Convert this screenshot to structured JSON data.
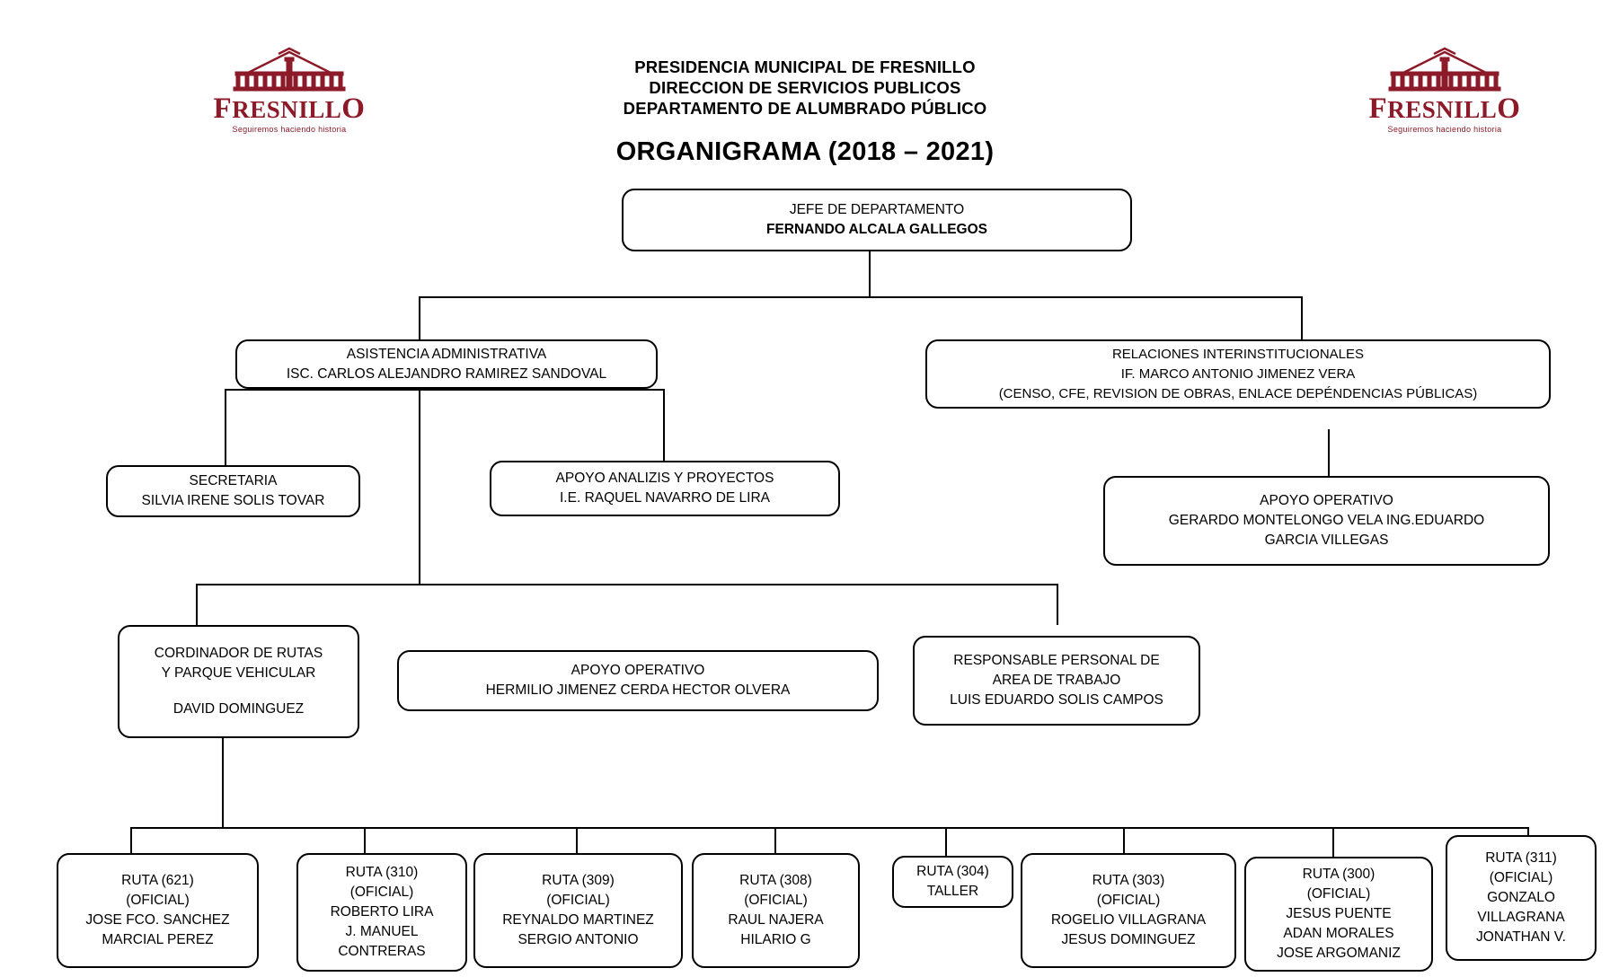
{
  "document": {
    "logo": {
      "wordmark": "FRESNILLO",
      "tagline": "Seguiremos haciendo historia",
      "color": "#8C1A28",
      "icon": "aqueduct-arches-icon"
    },
    "header": {
      "line1": "PRESIDENCIA MUNICIPAL DE FRESNILLO",
      "line2": "DIRECCION DE SERVICIOS PUBLICOS",
      "line3": "DEPARTAMENTO DE ALUMBRADO PÚBLICO"
    },
    "title": "ORGANIGRAMA (2018 – 2021)"
  },
  "chart_data": {
    "type": "diagram",
    "title": "ORGANIGRAMA (2018 – 2021)",
    "nodes": [
      {
        "id": "jefe",
        "level": 0,
        "lines": [
          {
            "text": "JEFE DE DEPARTAMENTO",
            "bold": false
          },
          {
            "text": "FERNANDO ALCALA GALLEGOS",
            "bold": true
          }
        ]
      },
      {
        "id": "asistencia",
        "level": 1,
        "lines": [
          {
            "text": "ASISTENCIA ADMINISTRATIVA",
            "bold": false
          },
          {
            "text": "ISC. CARLOS ALEJANDRO RAMIREZ SANDOVAL",
            "bold": false
          }
        ]
      },
      {
        "id": "relaciones",
        "level": 1,
        "lines": [
          {
            "text": "RELACIONES INTERINSTITUCIONALES",
            "bold": false
          },
          {
            "text": "IF. MARCO ANTONIO JIMENEZ VERA",
            "bold": false
          },
          {
            "text": "(CENSO, CFE, REVISION DE OBRAS, ENLACE DEPÉNDENCIAS PÚBLICAS)",
            "bold": false
          }
        ]
      },
      {
        "id": "secretaria",
        "level": 2,
        "lines": [
          {
            "text": "SECRETARIA",
            "bold": false
          },
          {
            "text": "SILVIA IRENE SOLIS TOVAR",
            "bold": false
          }
        ]
      },
      {
        "id": "apoyo-analizis",
        "level": 2,
        "lines": [
          {
            "text": "APOYO ANALIZIS Y PROYECTOS",
            "bold": false
          },
          {
            "text": "I.E. RAQUEL NAVARRO DE LIRA",
            "bold": false
          }
        ]
      },
      {
        "id": "apoyo-operativo-relaciones",
        "level": 2,
        "lines": [
          {
            "text": "APOYO OPERATIVO",
            "bold": false
          },
          {
            "text": "GERARDO MONTELONGO VELA  ING.EDUARDO",
            "bold": false
          },
          {
            "text": "GARCIA VILLEGAS",
            "bold": false
          }
        ]
      },
      {
        "id": "cordinador-rutas",
        "level": 3,
        "lines": [
          {
            "text": "CORDINADOR DE RUTAS",
            "bold": false
          },
          {
            "text": "Y PARQUE VEHICULAR",
            "bold": false
          },
          {
            "text": "",
            "bold": false
          },
          {
            "text": "DAVID DOMINGUEZ",
            "bold": false
          }
        ]
      },
      {
        "id": "apoyo-operativo-rutas",
        "level": 3,
        "lines": [
          {
            "text": "APOYO OPERATIVO",
            "bold": false
          },
          {
            "text": "HERMILIO JIMENEZ CERDA  HECTOR OLVERA",
            "bold": false
          }
        ]
      },
      {
        "id": "responsable-personal",
        "level": 3,
        "lines": [
          {
            "text": "RESPONSABLE PERSONAL DE",
            "bold": false
          },
          {
            "text": "AREA DE TRABAJO",
            "bold": false
          },
          {
            "text": "LUIS EDUARDO SOLIS CAMPOS",
            "bold": false
          }
        ]
      },
      {
        "id": "ruta-621",
        "level": 4,
        "lines": [
          {
            "text": "RUTA (621)",
            "bold": false
          },
          {
            "text": "(OFICIAL)",
            "bold": false
          },
          {
            "text": "JOSE FCO. SANCHEZ",
            "bold": false
          },
          {
            "text": "MARCIAL PEREZ",
            "bold": false
          }
        ]
      },
      {
        "id": "ruta-310",
        "level": 4,
        "lines": [
          {
            "text": "RUTA (310)",
            "bold": false
          },
          {
            "text": "(OFICIAL)",
            "bold": false
          },
          {
            "text": "ROBERTO LIRA",
            "bold": false
          },
          {
            "text": "J. MANUEL",
            "bold": false
          },
          {
            "text": "CONTRERAS",
            "bold": false
          }
        ]
      },
      {
        "id": "ruta-309",
        "level": 4,
        "lines": [
          {
            "text": "RUTA (309)",
            "bold": false
          },
          {
            "text": "(OFICIAL)",
            "bold": false
          },
          {
            "text": "REYNALDO MARTINEZ",
            "bold": false
          },
          {
            "text": "SERGIO ANTONIO",
            "bold": false
          }
        ]
      },
      {
        "id": "ruta-308",
        "level": 4,
        "lines": [
          {
            "text": "RUTA (308)",
            "bold": false
          },
          {
            "text": "(OFICIAL)",
            "bold": false
          },
          {
            "text": "RAUL NAJERA",
            "bold": false
          },
          {
            "text": "HILARIO G",
            "bold": false
          }
        ]
      },
      {
        "id": "ruta-304",
        "level": 4,
        "lines": [
          {
            "text": "RUTA (304)",
            "bold": false
          },
          {
            "text": "TALLER",
            "bold": false
          }
        ]
      },
      {
        "id": "ruta-303",
        "level": 4,
        "lines": [
          {
            "text": "RUTA (303)",
            "bold": false
          },
          {
            "text": "(OFICIAL)",
            "bold": false
          },
          {
            "text": "ROGELIO VILLAGRANA",
            "bold": false
          },
          {
            "text": "JESUS DOMINGUEZ",
            "bold": false
          }
        ]
      },
      {
        "id": "ruta-300",
        "level": 4,
        "lines": [
          {
            "text": "RUTA (300)",
            "bold": false
          },
          {
            "text": "(OFICIAL)",
            "bold": false
          },
          {
            "text": "JESUS PUENTE",
            "bold": false
          },
          {
            "text": "ADAN MORALES",
            "bold": false
          },
          {
            "text": "JOSE ARGOMANIZ",
            "bold": false
          }
        ]
      },
      {
        "id": "ruta-311",
        "level": 4,
        "lines": [
          {
            "text": "RUTA (311)",
            "bold": false
          },
          {
            "text": "(OFICIAL)",
            "bold": false
          },
          {
            "text": "GONZALO",
            "bold": false
          },
          {
            "text": "VILLAGRANA",
            "bold": false
          },
          {
            "text": "JONATHAN V.",
            "bold": false
          }
        ]
      }
    ],
    "edges": [
      {
        "from": "jefe",
        "to": "asistencia"
      },
      {
        "from": "jefe",
        "to": "relaciones"
      },
      {
        "from": "asistencia",
        "to": "secretaria"
      },
      {
        "from": "asistencia",
        "to": "apoyo-analizis"
      },
      {
        "from": "asistencia",
        "to": "cordinador-rutas"
      },
      {
        "from": "asistencia",
        "to": "apoyo-operativo-rutas"
      },
      {
        "from": "asistencia",
        "to": "responsable-personal"
      },
      {
        "from": "relaciones",
        "to": "apoyo-operativo-relaciones"
      },
      {
        "from": "cordinador-rutas",
        "to": "ruta-621"
      },
      {
        "from": "cordinador-rutas",
        "to": "ruta-310"
      },
      {
        "from": "cordinador-rutas",
        "to": "ruta-309"
      },
      {
        "from": "cordinador-rutas",
        "to": "ruta-308"
      },
      {
        "from": "cordinador-rutas",
        "to": "ruta-304"
      },
      {
        "from": "cordinador-rutas",
        "to": "ruta-303"
      },
      {
        "from": "cordinador-rutas",
        "to": "ruta-300"
      },
      {
        "from": "cordinador-rutas",
        "to": "ruta-311"
      }
    ]
  }
}
